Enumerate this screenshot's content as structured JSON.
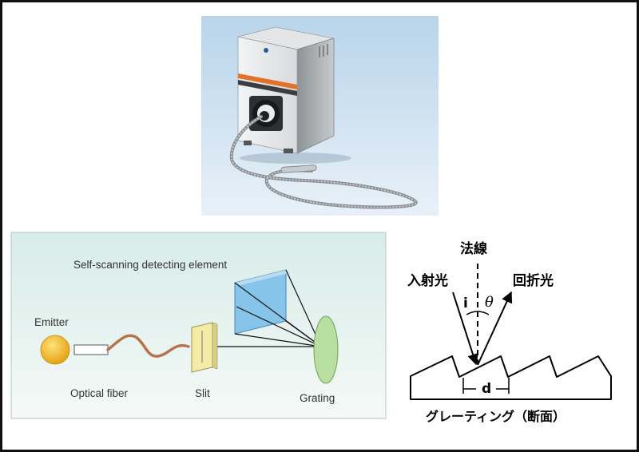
{
  "spectrometer_diagram": {
    "title": "Self-scanning detecting element",
    "components": {
      "emitter": "Emitter",
      "optical_fiber": "Optical fiber",
      "slit": "Slit",
      "grating": "Grating"
    }
  },
  "grating_diagram": {
    "normal_label": "法線",
    "incident_label": "入射光",
    "diffracted_label": "回折光",
    "incident_angle_symbol": "i",
    "diffracted_angle_symbol": "θ",
    "period_symbol": "d",
    "caption": "グレーティング（断面）"
  },
  "colors": {
    "photo_background": "#c9dff0",
    "diagram_background": "#e4f1ee",
    "emitter": "#f2b21a",
    "fiber": "#b8734e",
    "slit": "#f4eba6",
    "grating": "#b9dea2",
    "detector": "#86c4ea"
  },
  "icons": [
    "spectrometer-device-photo"
  ]
}
